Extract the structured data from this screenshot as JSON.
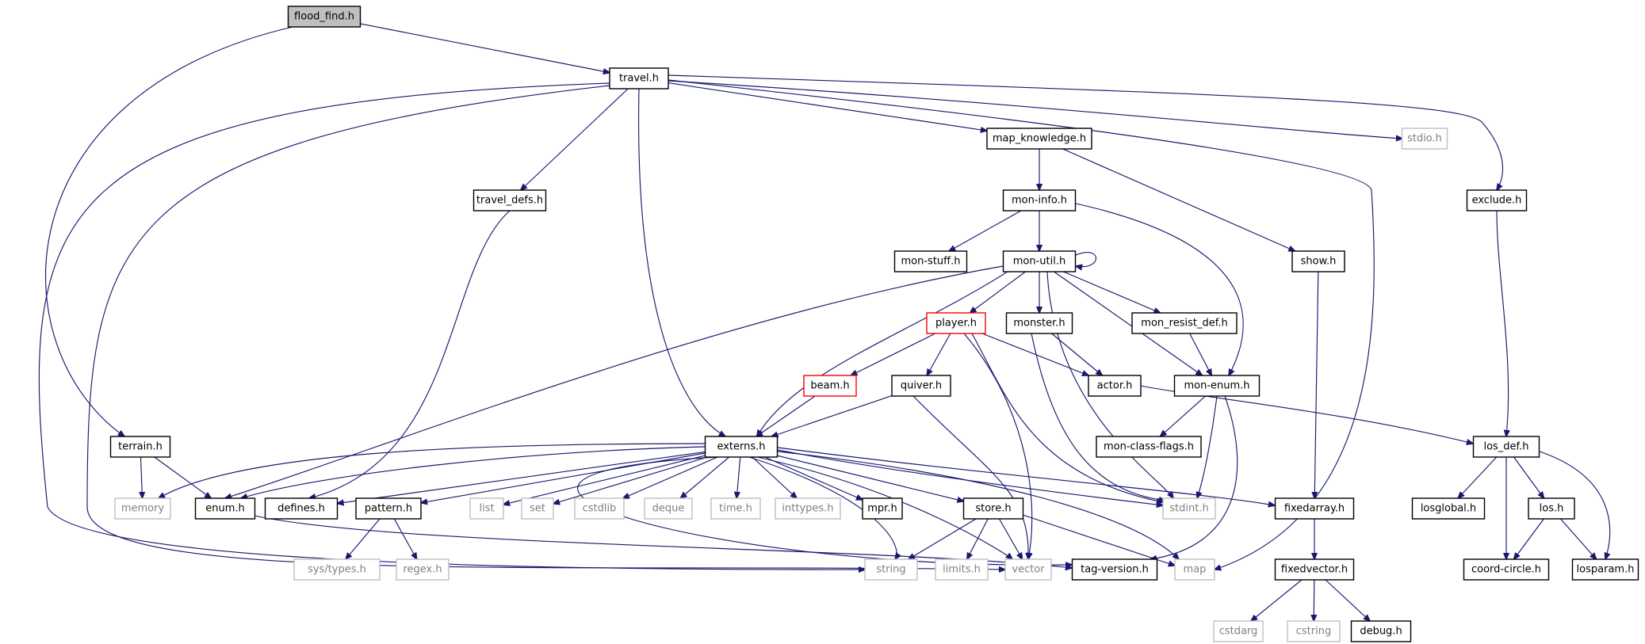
{
  "graph": {
    "colors": {
      "edge": "#191970",
      "node_border": "#000000",
      "node_text": "#000000",
      "external_border": "#bfbfbf",
      "external_text": "#808080",
      "incomplete_border": "#ff0000",
      "root_fill": "#bfbfbf"
    },
    "nodes": [
      {
        "id": "flood_find",
        "label": "flood_find.h",
        "kind": "root"
      },
      {
        "id": "travel",
        "label": "travel.h",
        "kind": "file"
      },
      {
        "id": "stdio",
        "label": "stdio.h",
        "kind": "external"
      },
      {
        "id": "map_knowledge",
        "label": "map_knowledge.h",
        "kind": "file"
      },
      {
        "id": "travel_defs",
        "label": "travel_defs.h",
        "kind": "file"
      },
      {
        "id": "exclude",
        "label": "exclude.h",
        "kind": "file"
      },
      {
        "id": "mon_info",
        "label": "mon-info.h",
        "kind": "file"
      },
      {
        "id": "mon_stuff",
        "label": "mon-stuff.h",
        "kind": "file"
      },
      {
        "id": "mon_util",
        "label": "mon-util.h",
        "kind": "file"
      },
      {
        "id": "show",
        "label": "show.h",
        "kind": "file"
      },
      {
        "id": "player",
        "label": "player.h",
        "kind": "incomplete"
      },
      {
        "id": "monster",
        "label": "monster.h",
        "kind": "file"
      },
      {
        "id": "mon_resist_def",
        "label": "mon_resist_def.h",
        "kind": "file"
      },
      {
        "id": "beam",
        "label": "beam.h",
        "kind": "incomplete"
      },
      {
        "id": "quiver",
        "label": "quiver.h",
        "kind": "file"
      },
      {
        "id": "actor",
        "label": "actor.h",
        "kind": "file"
      },
      {
        "id": "mon_enum",
        "label": "mon-enum.h",
        "kind": "file"
      },
      {
        "id": "terrain",
        "label": "terrain.h",
        "kind": "file"
      },
      {
        "id": "externs",
        "label": "externs.h",
        "kind": "file"
      },
      {
        "id": "mon_class_flags",
        "label": "mon-class-flags.h",
        "kind": "file"
      },
      {
        "id": "los_def",
        "label": "los_def.h",
        "kind": "file"
      },
      {
        "id": "memory",
        "label": "memory",
        "kind": "external"
      },
      {
        "id": "enum",
        "label": "enum.h",
        "kind": "file"
      },
      {
        "id": "defines",
        "label": "defines.h",
        "kind": "file"
      },
      {
        "id": "pattern",
        "label": "pattern.h",
        "kind": "file"
      },
      {
        "id": "list",
        "label": "list",
        "kind": "external"
      },
      {
        "id": "set",
        "label": "set",
        "kind": "external"
      },
      {
        "id": "cstdlib",
        "label": "cstdlib",
        "kind": "external"
      },
      {
        "id": "deque",
        "label": "deque",
        "kind": "external"
      },
      {
        "id": "time",
        "label": "time.h",
        "kind": "external"
      },
      {
        "id": "inttypes",
        "label": "inttypes.h",
        "kind": "external"
      },
      {
        "id": "mpr",
        "label": "mpr.h",
        "kind": "file"
      },
      {
        "id": "store",
        "label": "store.h",
        "kind": "file"
      },
      {
        "id": "stdint",
        "label": "stdint.h",
        "kind": "external"
      },
      {
        "id": "fixedarray",
        "label": "fixedarray.h",
        "kind": "file"
      },
      {
        "id": "losglobal",
        "label": "losglobal.h",
        "kind": "file"
      },
      {
        "id": "los",
        "label": "los.h",
        "kind": "file"
      },
      {
        "id": "sys_types",
        "label": "sys/types.h",
        "kind": "external"
      },
      {
        "id": "regex",
        "label": "regex.h",
        "kind": "external"
      },
      {
        "id": "string",
        "label": "string",
        "kind": "external"
      },
      {
        "id": "limits",
        "label": "limits.h",
        "kind": "external"
      },
      {
        "id": "vector",
        "label": "vector",
        "kind": "external"
      },
      {
        "id": "tag_version",
        "label": "tag-version.h",
        "kind": "file"
      },
      {
        "id": "map",
        "label": "map",
        "kind": "external"
      },
      {
        "id": "fixedvector",
        "label": "fixedvector.h",
        "kind": "file"
      },
      {
        "id": "coord_circle",
        "label": "coord-circle.h",
        "kind": "file"
      },
      {
        "id": "losparam",
        "label": "losparam.h",
        "kind": "file"
      },
      {
        "id": "cstdarg",
        "label": "cstdarg",
        "kind": "external"
      },
      {
        "id": "cstring",
        "label": "cstring",
        "kind": "external"
      },
      {
        "id": "debug",
        "label": "debug.h",
        "kind": "file"
      }
    ],
    "edges": [
      [
        "flood_find",
        "travel"
      ],
      [
        "flood_find",
        "terrain"
      ],
      [
        "travel",
        "stdio"
      ],
      [
        "travel",
        "map_knowledge"
      ],
      [
        "travel",
        "travel_defs"
      ],
      [
        "travel",
        "exclude"
      ],
      [
        "travel",
        "externs"
      ],
      [
        "travel",
        "map"
      ],
      [
        "travel",
        "string"
      ],
      [
        "travel",
        "vector"
      ],
      [
        "map_knowledge",
        "mon_info"
      ],
      [
        "map_knowledge",
        "show"
      ],
      [
        "travel_defs",
        "defines"
      ],
      [
        "exclude",
        "los_def"
      ],
      [
        "mon_info",
        "mon_stuff"
      ],
      [
        "mon_info",
        "mon_util"
      ],
      [
        "mon_info",
        "mon_enum"
      ],
      [
        "mon_util",
        "mon_util"
      ],
      [
        "mon_util",
        "player"
      ],
      [
        "mon_util",
        "monster"
      ],
      [
        "mon_util",
        "mon_resist_def"
      ],
      [
        "mon_util",
        "mon_enum"
      ],
      [
        "mon_util",
        "enum"
      ],
      [
        "mon_util",
        "externs"
      ],
      [
        "mon_util",
        "stdint"
      ],
      [
        "show",
        "fixedarray"
      ],
      [
        "player",
        "beam"
      ],
      [
        "player",
        "quiver"
      ],
      [
        "player",
        "actor"
      ],
      [
        "player",
        "stdint"
      ],
      [
        "player",
        "vector"
      ],
      [
        "monster",
        "actor"
      ],
      [
        "monster",
        "stdint"
      ],
      [
        "mon_resist_def",
        "mon_enum"
      ],
      [
        "beam",
        "externs"
      ],
      [
        "quiver",
        "externs"
      ],
      [
        "quiver",
        "vector"
      ],
      [
        "actor",
        "los_def"
      ],
      [
        "mon_enum",
        "mon_class_flags"
      ],
      [
        "mon_enum",
        "stdint"
      ],
      [
        "mon_enum",
        "tag_version"
      ],
      [
        "terrain",
        "memory"
      ],
      [
        "terrain",
        "enum"
      ],
      [
        "externs",
        "memory"
      ],
      [
        "externs",
        "enum"
      ],
      [
        "externs",
        "defines"
      ],
      [
        "externs",
        "pattern"
      ],
      [
        "externs",
        "list"
      ],
      [
        "externs",
        "set"
      ],
      [
        "externs",
        "cstdlib"
      ],
      [
        "externs",
        "deque"
      ],
      [
        "externs",
        "time"
      ],
      [
        "externs",
        "inttypes"
      ],
      [
        "externs",
        "mpr"
      ],
      [
        "externs",
        "store"
      ],
      [
        "externs",
        "stdint"
      ],
      [
        "externs",
        "fixedarray"
      ],
      [
        "externs",
        "string"
      ],
      [
        "externs",
        "vector"
      ],
      [
        "externs",
        "tag_version"
      ],
      [
        "externs",
        "map"
      ],
      [
        "los_def",
        "losglobal"
      ],
      [
        "los_def",
        "los"
      ],
      [
        "los_def",
        "coord_circle"
      ],
      [
        "los_def",
        "losparam"
      ],
      [
        "enum",
        "tag_version"
      ],
      [
        "pattern",
        "sys_types"
      ],
      [
        "pattern",
        "regex"
      ],
      [
        "store",
        "string"
      ],
      [
        "store",
        "limits"
      ],
      [
        "store",
        "vector"
      ],
      [
        "store",
        "map"
      ],
      [
        "fixedarray",
        "fixedvector"
      ],
      [
        "los",
        "coord_circle"
      ],
      [
        "los",
        "losparam"
      ],
      [
        "fixedvector",
        "cstdarg"
      ],
      [
        "fixedvector",
        "cstring"
      ],
      [
        "fixedvector",
        "debug"
      ]
    ]
  }
}
